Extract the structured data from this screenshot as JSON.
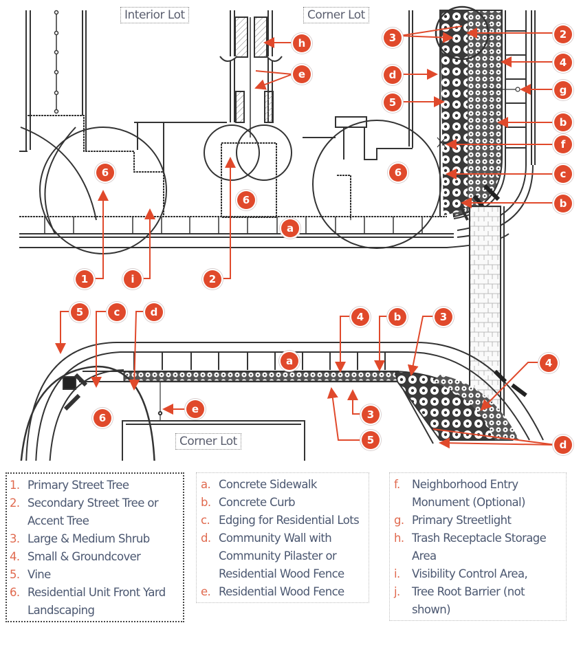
{
  "lot_labels": {
    "interior_top": "Interior Lot",
    "corner_top": "Corner Lot",
    "corner_bottom": "Corner Lot"
  },
  "markers": {
    "top_h": "h",
    "top_e": "e",
    "top_3": "3",
    "top_2": "2",
    "top_4": "4",
    "top_d": "d",
    "top_g": "g",
    "top_5": "5",
    "top_b1": "b",
    "top_f": "f",
    "top_c": "c",
    "top_b2": "b",
    "lot6_a": "6",
    "lot6_b": "6",
    "lot6_c": "6",
    "sidewalk_a": "a",
    "mid_1": "1",
    "mid_i": "i",
    "mid_2": "2",
    "bot_5": "5",
    "bot_c": "c",
    "bot_d": "d",
    "bot_4a": "4",
    "bot_b": "b",
    "bot_3a": "3",
    "bot_4b": "4",
    "bot_a": "a",
    "bot_e": "e",
    "bot_6": "6",
    "bot_3b": "3",
    "bot_5b": "5",
    "bot_d2": "d"
  },
  "legend": {
    "plants": [
      {
        "key": "1.",
        "text": "Primary Street Tree"
      },
      {
        "key": "2.",
        "text": "Secondary Street Tree or Accent Tree"
      },
      {
        "key": "3.",
        "text": "Large & Medium Shrub"
      },
      {
        "key": "4.",
        "text": "Small & Groundcover"
      },
      {
        "key": "5.",
        "text": "Vine"
      },
      {
        "key": "6.",
        "text": "Residential Unit Front Yard Landscaping"
      }
    ],
    "hardscape": [
      {
        "key": "a.",
        "text": "Concrete Sidewalk"
      },
      {
        "key": "b.",
        "text": "Concrete Curb"
      },
      {
        "key": "c.",
        "text": "Edging for Residential Lots"
      },
      {
        "key": "d.",
        "text": "Community Wall with Community Pilaster or Residential Wood Fence"
      },
      {
        "key": "e.",
        "text": "Residential Wood Fence"
      }
    ],
    "amenities": [
      {
        "key": "f.",
        "text": "Neighborhood Entry Monument (Optional)"
      },
      {
        "key": "g.",
        "text": "Primary Streetlight"
      },
      {
        "key": "h.",
        "text": "Trash Receptacle Storage Area"
      },
      {
        "key": "i.",
        "text": " Visibility Control Area,"
      },
      {
        "key": "j.",
        "text": "Tree Root Barrier (not shown)"
      }
    ]
  },
  "colors": {
    "marker": "#e0492b",
    "leader": "#e0492b",
    "linework": "#333333",
    "legend_text": "#4b5770",
    "legend_key": "#e0694e"
  }
}
